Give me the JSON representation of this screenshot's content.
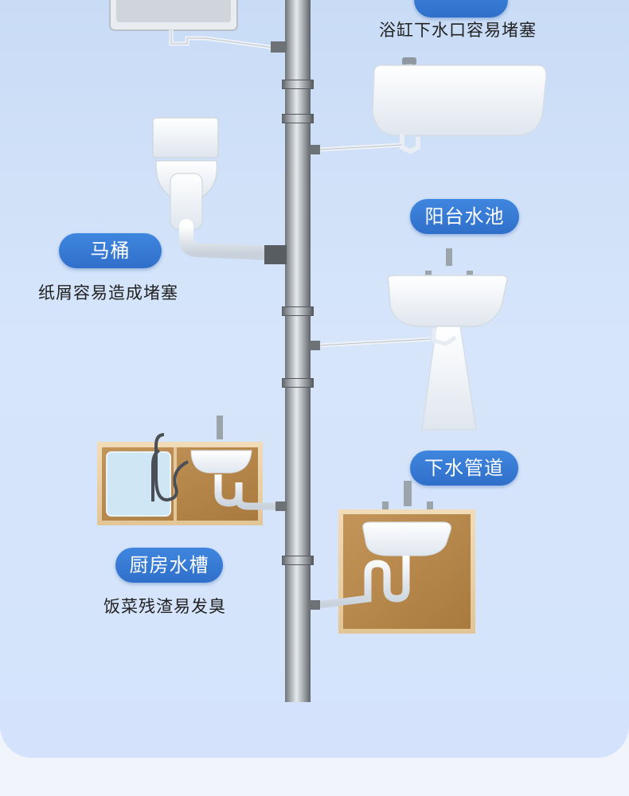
{
  "labels": {
    "bathtub_caption": "浴缸下水口容易堵塞",
    "balcony_pill": "阳台水池",
    "toilet_pill": "马桶",
    "toilet_caption": "纸屑容易造成堵塞",
    "drain_pill": "下水管道",
    "kitchen_pill": "厨房水槽",
    "kitchen_caption": "饭菜残渣易发臭"
  },
  "colors": {
    "pill_blue": "#3478d3",
    "panel_bg": "#d2e2f8",
    "cabinet_wood": "#b98a4c"
  },
  "icons": [
    "bathtub-icon",
    "wash-basin-icon",
    "toilet-icon",
    "pedestal-sink-icon",
    "kitchen-sink-cabinet-icon",
    "vanity-sink-cabinet-icon",
    "drain-pipe-icon"
  ]
}
